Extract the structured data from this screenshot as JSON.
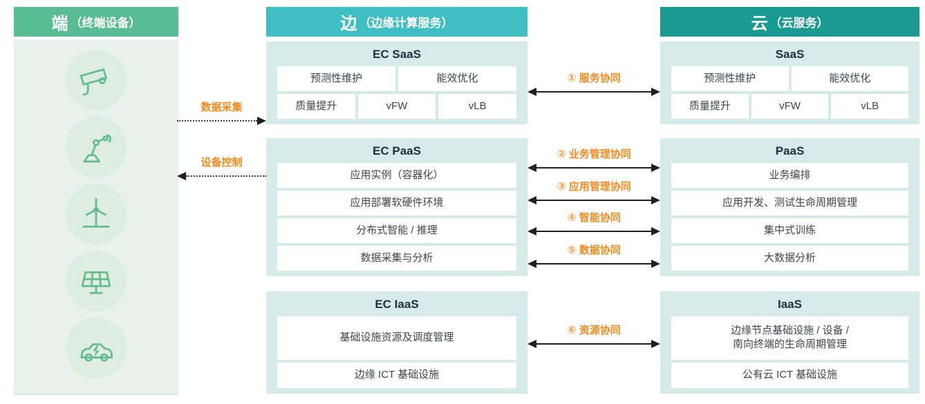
{
  "colors": {
    "device_header_bg": "#58bd92",
    "edge_header_bg": "#3fbec4",
    "cloud_header_bg": "#199a92",
    "device_panel_bg": "#e9f1ed",
    "service_panel_bg": "#d6ebe9",
    "box_bg": "#ffffff",
    "title_text": "#232e3f",
    "box_text": "#3c444c",
    "collab_orange": "#f28a1e",
    "icon_green": "#65bb8d",
    "arrow_black": "#1f1f1f"
  },
  "device_column": {
    "header": {
      "main": "端",
      "sub": "（终端设备）"
    },
    "icons": [
      "cctv-camera",
      "robot-arm",
      "wind-turbine",
      "solar-panel",
      "electric-vehicle"
    ]
  },
  "edge_column": {
    "header": {
      "main": "边",
      "sub": "（边缘计算服务）"
    },
    "saas": {
      "title": "EC SaaS",
      "row1": [
        "预测性维护",
        "能效优化"
      ],
      "row2": [
        "质量提升",
        "vFW",
        "vLB"
      ]
    },
    "paas": {
      "title": "EC PaaS",
      "rows": [
        "应用实例（容器化）",
        "应用部署软硬件环境",
        "分布式智能 / 推理",
        "数据采集与分析"
      ]
    },
    "iaas": {
      "title": "EC IaaS",
      "rows": [
        "基础设施资源及调度管理",
        "边缘 ICT 基础设施"
      ]
    }
  },
  "cloud_column": {
    "header": {
      "main": "云",
      "sub": "（云服务）"
    },
    "saas": {
      "title": "SaaS",
      "row1": [
        "预测性维护",
        "能效优化"
      ],
      "row2": [
        "质量提升",
        "vFW",
        "vLB"
      ]
    },
    "paas": {
      "title": "PaaS",
      "rows": [
        "业务编排",
        "应用开发、测试生命周期管理",
        "集中式训练",
        "大数据分析"
      ]
    },
    "iaas": {
      "title": "IaaS",
      "rows": [
        "边缘节点基础设施 / 设备 /\n南向终端的生命周期管理",
        "公有云 ICT 基础设施"
      ]
    }
  },
  "device_edge_links": [
    {
      "label": "数据采集",
      "direction": "to-edge"
    },
    {
      "label": "设备控制",
      "direction": "to-device"
    }
  ],
  "edge_cloud_links": [
    {
      "num": "①",
      "label": "服务协同"
    },
    {
      "num": "②",
      "label": "业务管理协同"
    },
    {
      "num": "③",
      "label": "应用管理协同"
    },
    {
      "num": "④",
      "label": "智能协同"
    },
    {
      "num": "⑤",
      "label": "数据协同"
    },
    {
      "num": "⑥",
      "label": "资源协同"
    }
  ]
}
